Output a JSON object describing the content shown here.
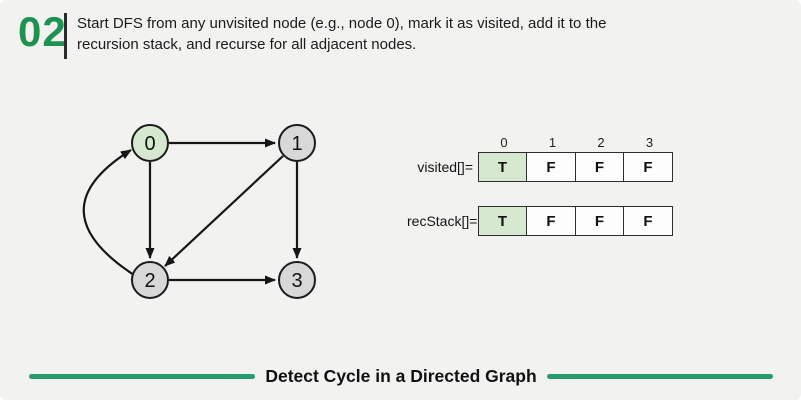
{
  "colors": {
    "background": "#f2f3f1",
    "accent_green": "#1f9150",
    "footer_line_green": "#279c6e",
    "visited_node_fill": "#d6e9d0",
    "unvisited_node_fill": "#d8d8d8",
    "cell_highlight": "#d6e9d0"
  },
  "header": {
    "step_number": "02",
    "description_line1": "Start DFS from any unvisited node (e.g., node 0), mark it as visited, add it to the",
    "description_line2": "recursion stack, and recurse for all adjacent nodes."
  },
  "graph": {
    "nodes": [
      {
        "label": "0",
        "state": "visited",
        "fill": "#d6e9d0"
      },
      {
        "label": "1",
        "state": "unvisited",
        "fill": "#d8d8d8"
      },
      {
        "label": "2",
        "state": "unvisited",
        "fill": "#d8d8d8"
      },
      {
        "label": "3",
        "state": "unvisited",
        "fill": "#d8d8d8"
      }
    ],
    "edges": [
      "0→1",
      "0→2",
      "1→2",
      "1→3",
      "2→3",
      "2→0"
    ]
  },
  "arrays": {
    "index_headers": [
      "0",
      "1",
      "2",
      "3"
    ],
    "visited": {
      "label": "visited[]=",
      "values": [
        "T",
        "F",
        "F",
        "F"
      ],
      "highlighted_index": 0
    },
    "recStack": {
      "label": "recStack[]=",
      "values": [
        "T",
        "F",
        "F",
        "F"
      ],
      "highlighted_index": 0
    }
  },
  "footer": {
    "title": "Detect Cycle in a Directed Graph"
  }
}
